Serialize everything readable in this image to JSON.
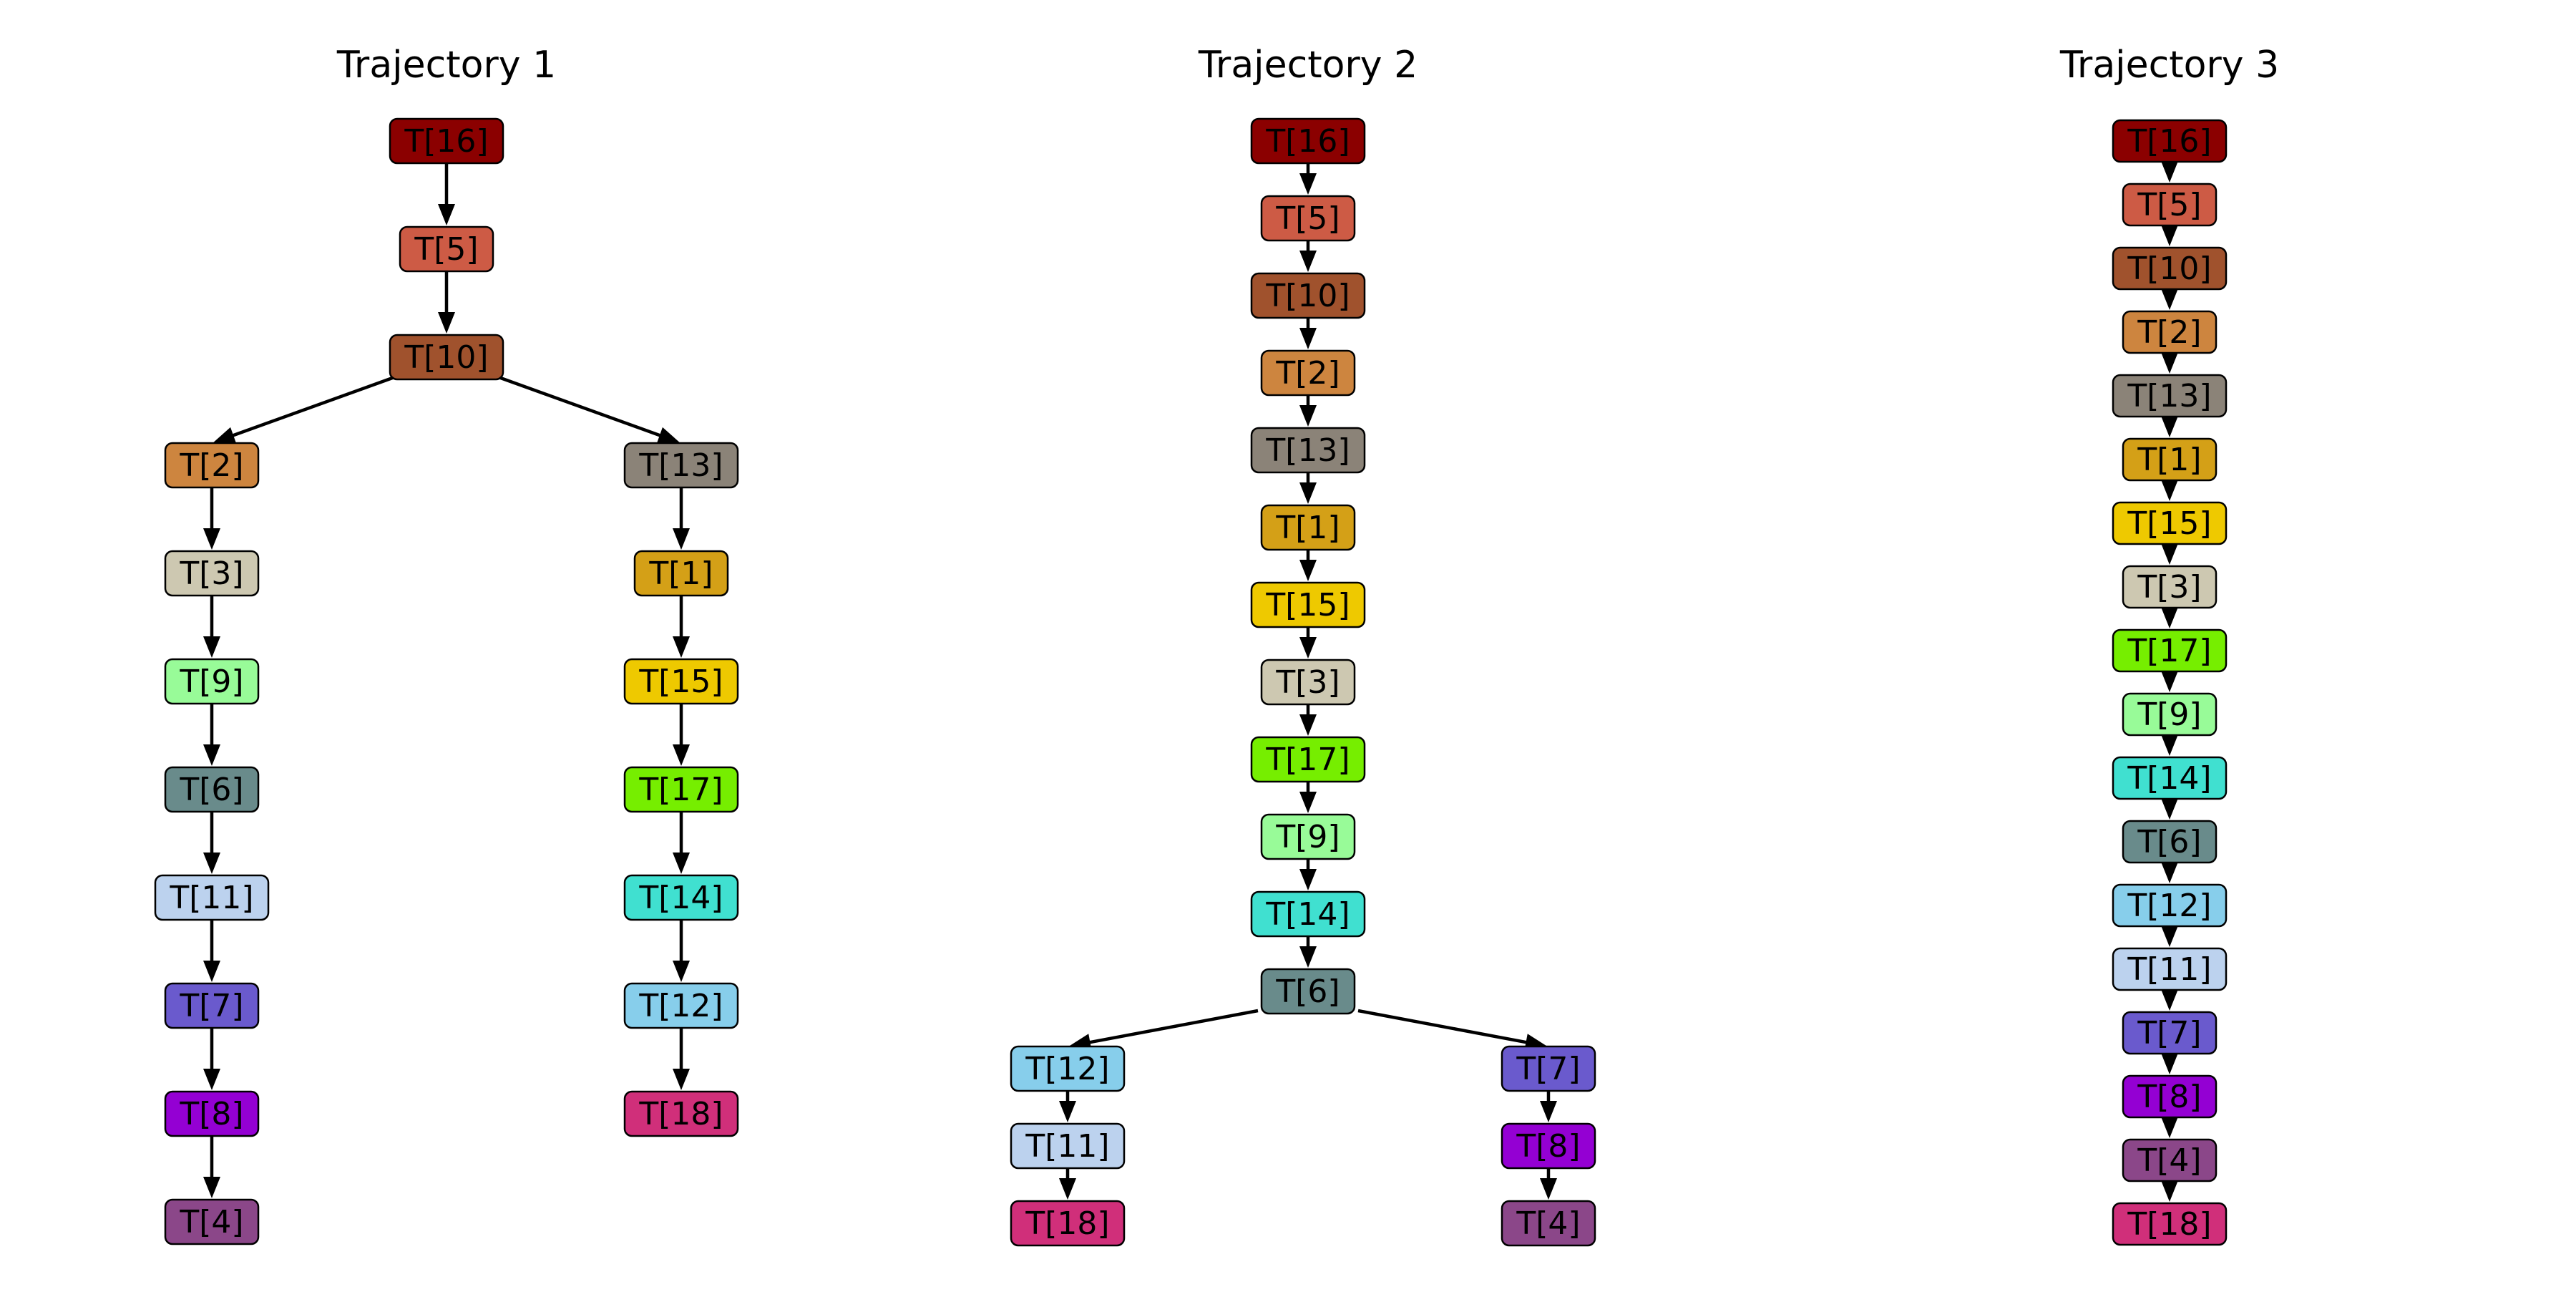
{
  "trajectories": [
    {
      "title": "Trajectory 1",
      "root": {
        "label": "T[16]",
        "color": "#8b0000",
        "children": [
          {
            "label": "T[5]",
            "color": "#cd5b45",
            "children": [
              {
                "label": "T[10]",
                "color": "#a0522d",
                "children": [
                  {
                    "label": "T[2]",
                    "color": "#cd853f",
                    "children": [
                      {
                        "label": "T[3]",
                        "color": "#cdc8b1",
                        "children": [
                          {
                            "label": "T[9]",
                            "color": "#98fb98",
                            "children": [
                              {
                                "label": "T[6]",
                                "color": "#698b8b",
                                "children": [
                                  {
                                    "label": "T[11]",
                                    "color": "#bcd2ee",
                                    "children": [
                                      {
                                        "label": "T[7]",
                                        "color": "#6a5acd",
                                        "children": [
                                          {
                                            "label": "T[8]",
                                            "color": "#9400d3",
                                            "children": [
                                              {
                                                "label": "T[4]",
                                                "color": "#8b4789",
                                                "children": []
                                              }
                                            ]
                                          }
                                        ]
                                      }
                                    ]
                                  }
                                ]
                              }
                            ]
                          }
                        ]
                      }
                    ]
                  },
                  {
                    "label": "T[13]",
                    "color": "#8b8378",
                    "children": [
                      {
                        "label": "T[1]",
                        "color": "#d4a017",
                        "children": [
                          {
                            "label": "T[15]",
                            "color": "#eec900",
                            "children": [
                              {
                                "label": "T[17]",
                                "color": "#76ee00",
                                "children": [
                                  {
                                    "label": "T[14]",
                                    "color": "#40e0d0",
                                    "children": [
                                      {
                                        "label": "T[12]",
                                        "color": "#87ceeb",
                                        "children": [
                                          {
                                            "label": "T[18]",
                                            "color": "#d02f7a",
                                            "children": []
                                          }
                                        ]
                                      }
                                    ]
                                  }
                                ]
                              }
                            ]
                          }
                        ]
                      }
                    ]
                  }
                ]
              }
            ]
          }
        ]
      }
    },
    {
      "title": "Trajectory 2",
      "root": {
        "label": "T[16]",
        "color": "#8b0000",
        "children": [
          {
            "label": "T[5]",
            "color": "#cd5b45",
            "children": [
              {
                "label": "T[10]",
                "color": "#a0522d",
                "children": [
                  {
                    "label": "T[2]",
                    "color": "#cd853f",
                    "children": [
                      {
                        "label": "T[13]",
                        "color": "#8b8378",
                        "children": [
                          {
                            "label": "T[1]",
                            "color": "#d4a017",
                            "children": [
                              {
                                "label": "T[15]",
                                "color": "#eec900",
                                "children": [
                                  {
                                    "label": "T[3]",
                                    "color": "#cdc8b1",
                                    "children": [
                                      {
                                        "label": "T[17]",
                                        "color": "#76ee00",
                                        "children": [
                                          {
                                            "label": "T[9]",
                                            "color": "#98fb98",
                                            "children": [
                                              {
                                                "label": "T[14]",
                                                "color": "#40e0d0",
                                                "children": [
                                                  {
                                                    "label": "T[6]",
                                                    "color": "#698b8b",
                                                    "children": [
                                                      {
                                                        "label": "T[12]",
                                                        "color": "#87ceeb",
                                                        "children": [
                                                          {
                                                            "label": "T[11]",
                                                            "color": "#bcd2ee",
                                                            "children": [
                                                              {
                                                                "label": "T[18]",
                                                                "color": "#d02f7a",
                                                                "children": []
                                                              }
                                                            ]
                                                          }
                                                        ]
                                                      },
                                                      {
                                                        "label": "T[7]",
                                                        "color": "#6a5acd",
                                                        "children": [
                                                          {
                                                            "label": "T[8]",
                                                            "color": "#9400d3",
                                                            "children": [
                                                              {
                                                                "label": "T[4]",
                                                                "color": "#8b4789",
                                                                "children": []
                                                              }
                                                            ]
                                                          }
                                                        ]
                                                      }
                                                    ]
                                                  }
                                                ]
                                              }
                                            ]
                                          }
                                        ]
                                      }
                                    ]
                                  }
                                ]
                              }
                            ]
                          }
                        ]
                      }
                    ]
                  }
                ]
              }
            ]
          }
        ]
      }
    },
    {
      "title": "Trajectory 3",
      "root": {
        "label": "T[16]",
        "color": "#8b0000",
        "children": [
          {
            "label": "T[5]",
            "color": "#cd5b45",
            "children": [
              {
                "label": "T[10]",
                "color": "#a0522d",
                "children": [
                  {
                    "label": "T[2]",
                    "color": "#cd853f",
                    "children": [
                      {
                        "label": "T[13]",
                        "color": "#8b8378",
                        "children": [
                          {
                            "label": "T[1]",
                            "color": "#d4a017",
                            "children": [
                              {
                                "label": "T[15]",
                                "color": "#eec900",
                                "children": [
                                  {
                                    "label": "T[3]",
                                    "color": "#cdc8b1",
                                    "children": [
                                      {
                                        "label": "T[17]",
                                        "color": "#76ee00",
                                        "children": [
                                          {
                                            "label": "T[9]",
                                            "color": "#98fb98",
                                            "children": [
                                              {
                                                "label": "T[14]",
                                                "color": "#40e0d0",
                                                "children": [
                                                  {
                                                    "label": "T[6]",
                                                    "color": "#698b8b",
                                                    "children": [
                                                      {
                                                        "label": "T[12]",
                                                        "color": "#87ceeb",
                                                        "children": [
                                                          {
                                                            "label": "T[11]",
                                                            "color": "#bcd2ee",
                                                            "children": [
                                                              {
                                                                "label": "T[7]",
                                                                "color": "#6a5acd",
                                                                "children": [
                                                                  {
                                                                    "label": "T[8]",
                                                                    "color": "#9400d3",
                                                                    "children": [
                                                                      {
                                                                        "label": "T[4]",
                                                                        "color": "#8b4789",
                                                                        "children": [
                                                                          {
                                                                            "label": "T[18]",
                                                                            "color": "#d02f7a",
                                                                            "children": []
                                                                          }
                                                                        ]
                                                                      }
                                                                    ]
                                                                  }
                                                                ]
                                                              }
                                                            ]
                                                          }
                                                        ]
                                                      }
                                                    ]
                                                  }
                                                ]
                                              }
                                            ]
                                          }
                                        ]
                                      }
                                    ]
                                  }
                                ]
                              }
                            ]
                          }
                        ]
                      }
                    ]
                  }
                ]
              }
            ]
          }
        ]
      }
    }
  ]
}
